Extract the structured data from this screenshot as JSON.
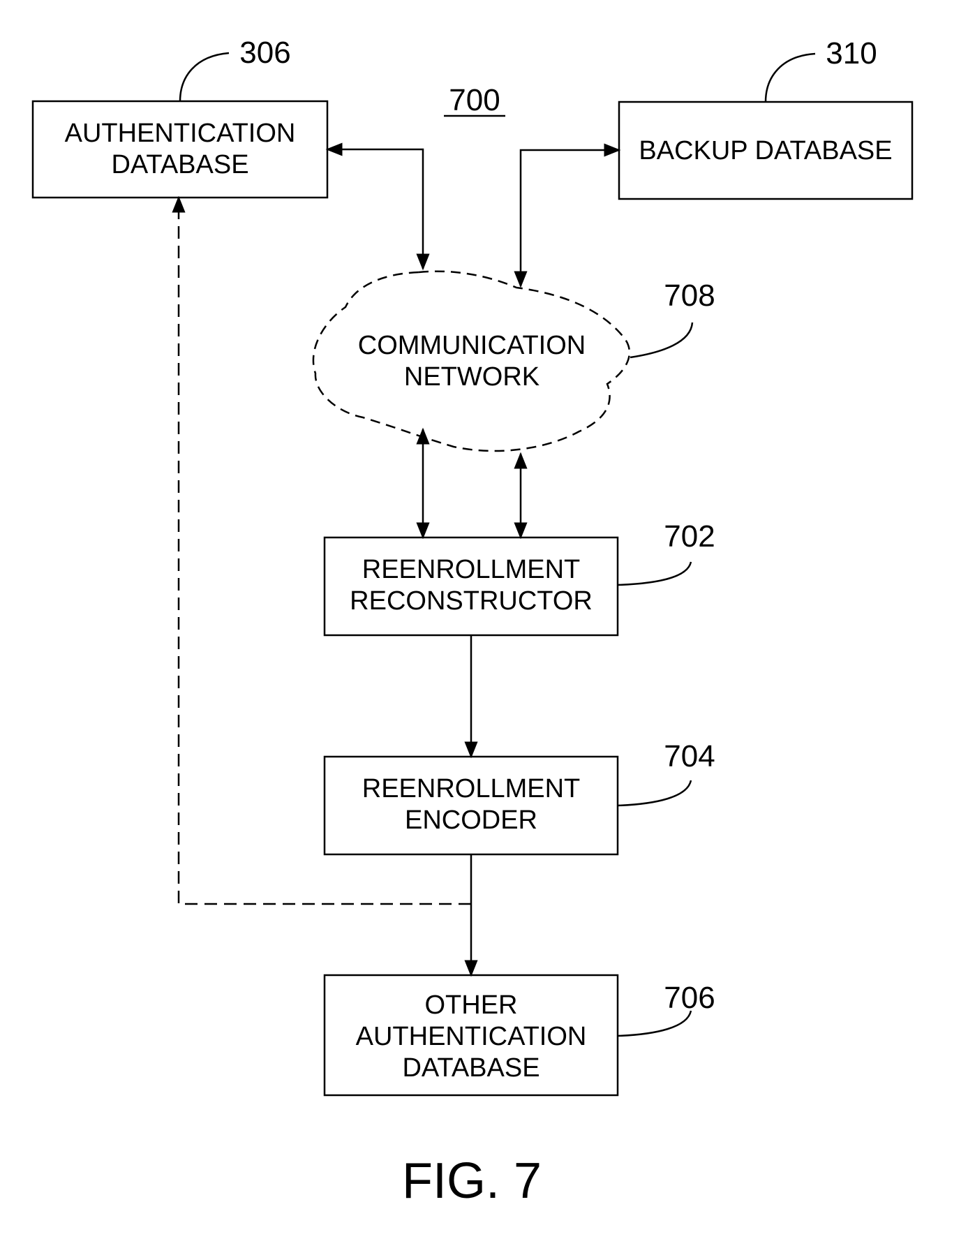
{
  "figure": {
    "number_label": "700",
    "caption": "FIG. 7"
  },
  "nodes": {
    "auth_db": {
      "lines": [
        "AUTHENTICATION",
        "DATABASE"
      ],
      "ref": "306"
    },
    "backup_db": {
      "lines": [
        "BACKUP DATABASE"
      ],
      "ref": "310"
    },
    "network": {
      "lines": [
        "COMMUNICATION",
        "NETWORK"
      ],
      "ref": "708"
    },
    "reconstructor": {
      "lines": [
        "REENROLLMENT",
        "RECONSTRUCTOR"
      ],
      "ref": "702"
    },
    "encoder": {
      "lines": [
        "REENROLLMENT",
        "ENCODER"
      ],
      "ref": "704"
    },
    "other_db": {
      "lines": [
        "OTHER",
        "AUTHENTICATION",
        "DATABASE"
      ],
      "ref": "706"
    }
  },
  "connections": [
    {
      "from": "auth_db",
      "to": "network",
      "style": "solid",
      "direction": "both"
    },
    {
      "from": "backup_db",
      "to": "network",
      "style": "solid",
      "direction": "both"
    },
    {
      "from": "network",
      "to": "reconstructor",
      "style": "solid",
      "direction": "both"
    },
    {
      "from": "network",
      "to": "reconstructor",
      "style": "solid",
      "direction": "both"
    },
    {
      "from": "reconstructor",
      "to": "encoder",
      "style": "solid",
      "direction": "forward"
    },
    {
      "from": "encoder",
      "to": "other_db",
      "style": "solid",
      "direction": "forward"
    },
    {
      "from": "encoder",
      "to": "auth_db",
      "style": "dashed",
      "direction": "forward"
    }
  ]
}
